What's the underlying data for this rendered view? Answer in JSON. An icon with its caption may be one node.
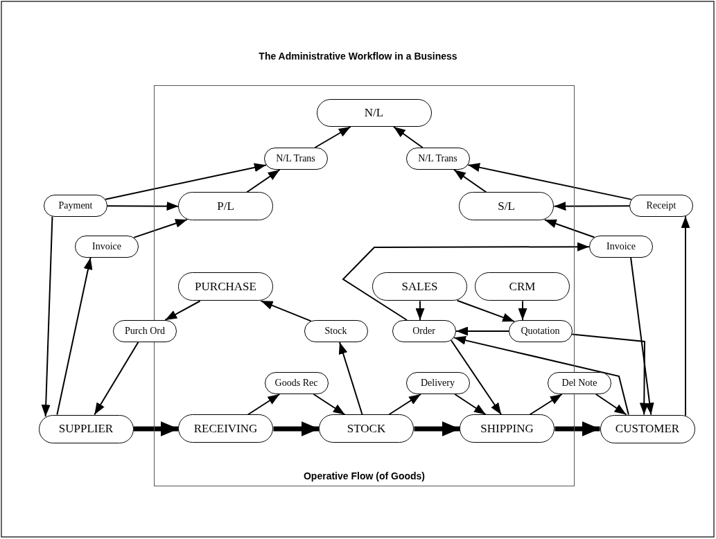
{
  "diagram": {
    "title": "The Administrative Workflow in a Business",
    "nodes": [
      {
        "text": [
          "Operative Flow (of Goods)"
        ]
      },
      {
        "text": [
          "N/L"
        ],
        "in": 0
      },
      {
        "text": [
          "N/L Trans"
        ],
        "in": 0
      },
      {
        "text": [
          "N/L Trans"
        ],
        "in": 0
      },
      {
        "text": [
          "Payment"
        ]
      },
      {
        "text": [
          "P/L"
        ],
        "in": 0
      },
      {
        "text": [
          "S/L"
        ],
        "in": 0
      },
      {
        "text": [
          "Receipt"
        ]
      },
      {
        "text": [
          "Invoice"
        ]
      },
      {
        "text": [
          "Invoice"
        ]
      },
      {
        "text": [
          "PURCHASE"
        ],
        "in": 0
      },
      {
        "text": [
          "SALES"
        ],
        "in": 0
      },
      {
        "text": [
          "CRM"
        ],
        "in": 0
      },
      {
        "text": [
          "Purch Ord"
        ]
      },
      {
        "text": [
          "Stock"
        ],
        "in": 0
      },
      {
        "text": [
          "Order"
        ],
        "in": 0
      },
      {
        "text": [
          "Quotation"
        ],
        "in": 0
      },
      {
        "text": [
          "Goods Rec"
        ],
        "in": 0
      },
      {
        "text": [
          "Delivery"
        ],
        "in": 0
      },
      {
        "text": [
          "Del Note"
        ]
      },
      {
        "text": [
          "SUPPLIER"
        ]
      },
      {
        "text": [
          "RECEIVING"
        ],
        "in": 0
      },
      {
        "text": [
          "STOCK"
        ],
        "in": 0
      },
      {
        "text": [
          "SHIPPING"
        ],
        "in": 0
      },
      {
        "text": [
          "CUSTOMER"
        ]
      }
    ],
    "edges": [
      {
        "from": 2,
        "to": 1,
        "arrow": "to"
      },
      {
        "from": 3,
        "to": 1,
        "arrow": "to"
      },
      {
        "from": 4,
        "to": 2,
        "arrow": "to"
      },
      {
        "from": 5,
        "to": 2,
        "arrow": "to"
      },
      {
        "from": 4,
        "to": 5,
        "arrow": "to"
      },
      {
        "from": 8,
        "to": 5,
        "arrow": "to"
      },
      {
        "from": 4,
        "to": 20,
        "arrow": "to"
      },
      {
        "from": 20,
        "to": 8,
        "arrow": "to"
      },
      {
        "from": 6,
        "to": 3,
        "arrow": "to"
      },
      {
        "from": 7,
        "to": 3,
        "arrow": "to"
      },
      {
        "from": 7,
        "to": 6,
        "arrow": "to"
      },
      {
        "from": 9,
        "to": 6,
        "arrow": "to"
      },
      {
        "from": 24,
        "to": 7,
        "arrow": "to"
      },
      {
        "from": 15,
        "to": 9,
        "arrow": "to"
      },
      {
        "from": 9,
        "to": 24,
        "arrow": "to"
      },
      {
        "from": 10,
        "to": 13,
        "arrow": "to"
      },
      {
        "from": 13,
        "to": 20,
        "arrow": "to"
      },
      {
        "from": 22,
        "to": 14,
        "arrow": "to"
      },
      {
        "from": 14,
        "to": 10,
        "arrow": "to"
      },
      {
        "from": 11,
        "to": 15,
        "arrow": "to"
      },
      {
        "from": 11,
        "to": 16,
        "arrow": "to"
      },
      {
        "from": 12,
        "to": 16,
        "arrow": "to"
      },
      {
        "from": 16,
        "to": 15,
        "arrow": "to"
      },
      {
        "from": 24,
        "to": 15,
        "arrow": "to"
      },
      {
        "from": 16,
        "to": 24,
        "arrow": "to"
      },
      {
        "from": 15,
        "to": 23,
        "arrow": "to"
      },
      {
        "from": 21,
        "to": 17,
        "arrow": "to"
      },
      {
        "from": 17,
        "to": 22,
        "arrow": "to"
      },
      {
        "from": 22,
        "to": 18,
        "arrow": "to"
      },
      {
        "from": 18,
        "to": 23,
        "arrow": "to"
      },
      {
        "from": 23,
        "to": 19,
        "arrow": "to"
      },
      {
        "from": 19,
        "to": 24,
        "arrow": "to"
      },
      {
        "from": 20,
        "to": 21,
        "arrow": "to",
        "style": "thick"
      },
      {
        "from": 21,
        "to": 22,
        "arrow": "to",
        "style": "thick"
      },
      {
        "from": 22,
        "to": 23,
        "arrow": "to",
        "style": "thick"
      },
      {
        "from": 23,
        "to": 24,
        "arrow": "to",
        "style": "thick"
      }
    ]
  }
}
